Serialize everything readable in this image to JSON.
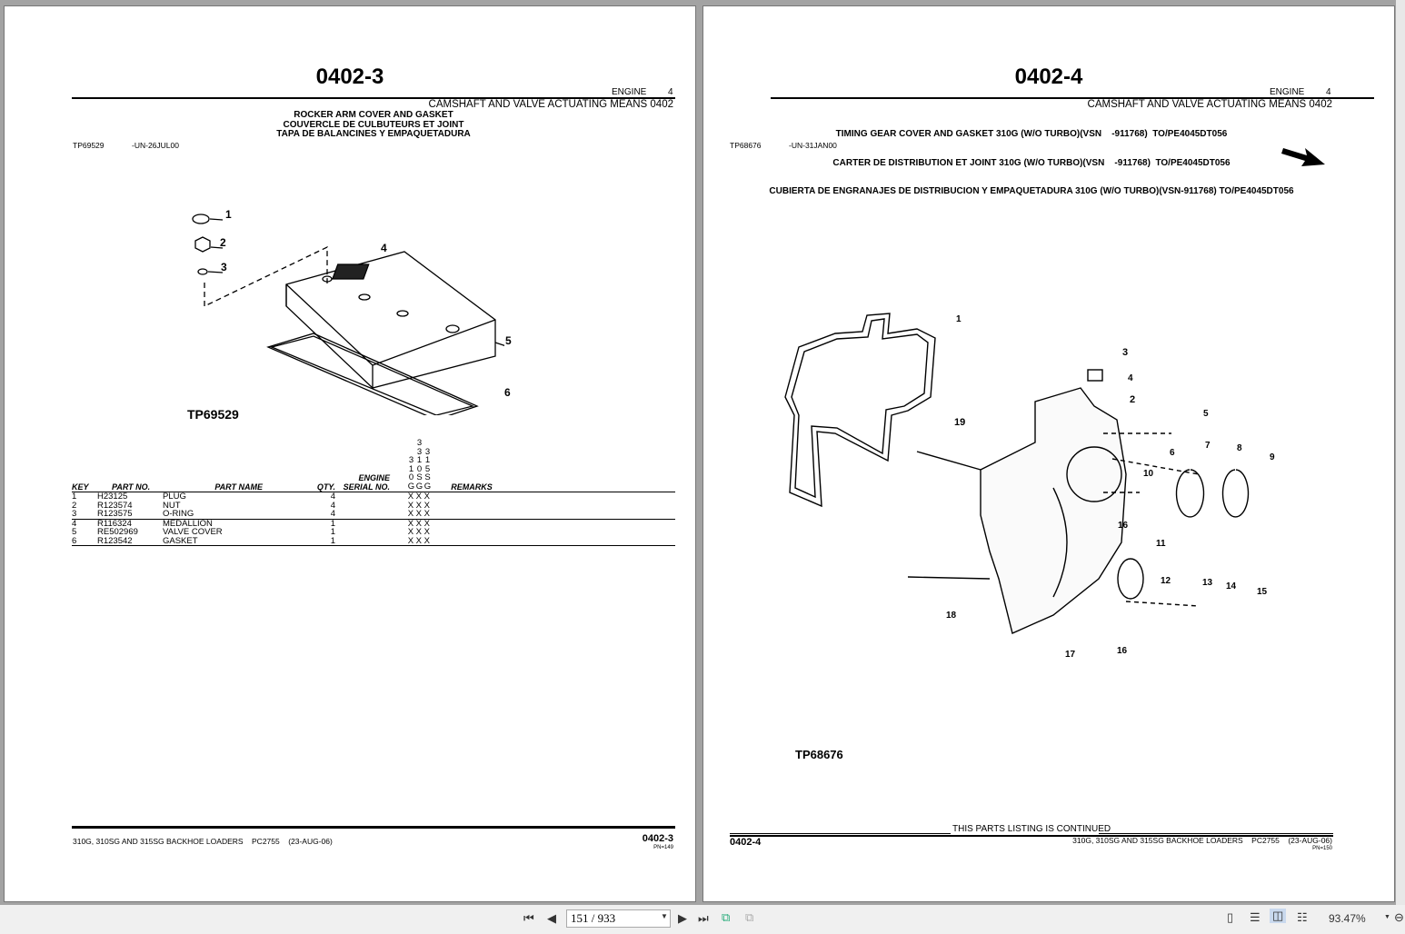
{
  "left_page": {
    "page_title": "0402-3",
    "section": "ENGINE",
    "section_num": "4",
    "group": "CAMSHAFT AND VALVE ACTUATING MEANS 0402",
    "titles": [
      "ROCKER ARM COVER AND GASKET",
      "COUVERCLE DE CULBUTEURS ET JOINT",
      "TAPA DE BALANCINES Y EMPAQUETADURA"
    ],
    "illus_id": "TP69529",
    "illus_date": "-UN-26JUL00",
    "figure_label": "TP69529",
    "callouts": [
      "1",
      "2",
      "3",
      "4",
      "5",
      "6"
    ],
    "table": {
      "headers": {
        "key": "KEY",
        "part_no": "PART NO.",
        "part_name": "PART NAME",
        "qty": "QTY.",
        "engine": "ENGINE",
        "serial": "SERIAL NO.",
        "models": [
          "3\n1\n0\nG",
          "3\n3\n1\n0\nS\nG",
          "3\n1\n5\nS\nG"
        ],
        "remarks": "REMARKS"
      },
      "rows": [
        {
          "key": "1",
          "part_no": "H23125",
          "part_name": "PLUG",
          "qty": "4",
          "models": "X X X"
        },
        {
          "key": "2",
          "part_no": "R123574",
          "part_name": "NUT",
          "qty": "4",
          "models": "X X X"
        },
        {
          "key": "3",
          "part_no": "R123575",
          "part_name": "O-RING",
          "qty": "4",
          "models": "X X X"
        },
        {
          "key": "4",
          "part_no": "R116324",
          "part_name": "MEDALLION",
          "qty": "1",
          "models": "X X X"
        },
        {
          "key": "5",
          "part_no": "RE502969",
          "part_name": "VALVE COVER",
          "qty": "1",
          "models": "X X X"
        },
        {
          "key": "6",
          "part_no": "R123542",
          "part_name": "GASKET",
          "qty": "1",
          "models": "X X X"
        }
      ]
    },
    "footer": {
      "text": "310G, 310SG AND 315SG BACKHOE LOADERS",
      "pc": "PC2755",
      "date": "(23-AUG-06)",
      "page": "0402-3",
      "pn": "PN=149"
    }
  },
  "right_page": {
    "page_title": "0402-4",
    "section": "ENGINE",
    "section_num": "4",
    "group": "CAMSHAFT AND VALVE ACTUATING MEANS 0402",
    "titles": [
      "TIMING GEAR COVER AND GASKET 310G (W/O TURBO)(VSN    -911768)  TO/PE4045DT056",
      "CARTER DE DISTRIBUTION ET JOINT 310G (W/O TURBO)(VSN    -911768)  TO/PE4045DT056",
      "CUBIERTA DE ENGRANAJES DE DISTRIBUCION Y EMPAQUETADURA 310G (W/O TURBO)(VSN-911768) TO/PE4045DT056"
    ],
    "illus_id": "TP68676",
    "illus_date": "-UN-31JAN00",
    "figure_label": "TP68676",
    "callouts": [
      "1",
      "2",
      "3",
      "4",
      "5",
      "6",
      "7",
      "8",
      "9",
      "10",
      "11",
      "12",
      "13",
      "14",
      "15",
      "16",
      "16",
      "17",
      "18",
      "19"
    ],
    "continued": "THIS PARTS LISTING IS CONTINUED",
    "footer": {
      "page": "0402-4",
      "text": "310G, 310SG AND 315SG BACKHOE LOADERS",
      "pc": "PC2755",
      "date": "(23-AUG-06)",
      "pn": "PN=150"
    }
  },
  "toolbar": {
    "page_value": "151 / 933",
    "zoom": "93.47%"
  }
}
